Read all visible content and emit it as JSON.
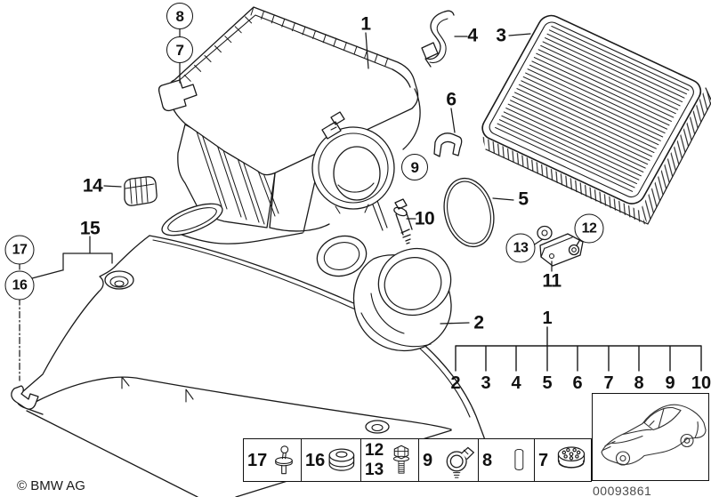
{
  "meta": {
    "copyright": "© BMW AG",
    "image_number": "00093861",
    "background_color": "#ffffff",
    "line_color": "#1a1a1a",
    "diagram_subject": "intake-silencer-filter-cartridge-exploded-view"
  },
  "callouts": [
    {
      "id": "8",
      "label": "8",
      "circled": true
    },
    {
      "id": "7",
      "label": "7",
      "circled": true
    },
    {
      "id": "1",
      "label": "1",
      "circled": false
    },
    {
      "id": "4",
      "label": "4",
      "circled": false
    },
    {
      "id": "3",
      "label": "3",
      "circled": false
    },
    {
      "id": "6",
      "label": "6",
      "circled": false
    },
    {
      "id": "9",
      "label": "9",
      "circled": true
    },
    {
      "id": "10",
      "label": "10",
      "circled": false
    },
    {
      "id": "5",
      "label": "5",
      "circled": false
    },
    {
      "id": "13",
      "label": "13",
      "circled": true
    },
    {
      "id": "12",
      "label": "12",
      "circled": true
    },
    {
      "id": "11",
      "label": "11",
      "circled": false
    },
    {
      "id": "14",
      "label": "14",
      "circled": false
    },
    {
      "id": "15",
      "label": "15",
      "circled": false
    },
    {
      "id": "17",
      "label": "17",
      "circled": true
    },
    {
      "id": "16",
      "label": "16",
      "circled": true
    },
    {
      "id": "2",
      "label": "2",
      "circled": false
    }
  ],
  "index_tree": {
    "parent_label": "1",
    "child_labels": [
      "2",
      "3",
      "4",
      "5",
      "6",
      "7",
      "8",
      "9",
      "10"
    ]
  },
  "legend": {
    "items": [
      {
        "labels": [
          "17"
        ],
        "icon": "expanding-rivet-icon"
      },
      {
        "labels": [
          "16"
        ],
        "icon": "rubber-grommet-icon"
      },
      {
        "labels": [
          "12",
          "13"
        ],
        "icon": "hex-bolt-icon"
      },
      {
        "labels": [
          "9"
        ],
        "icon": "hose-clamp-icon"
      },
      {
        "labels": [
          "8"
        ],
        "icon": "spacer-sleeve-icon"
      },
      {
        "labels": [
          "7"
        ],
        "icon": "rubber-buffer-icon"
      }
    ]
  },
  "thumbnail": {
    "icon": "car-silhouette-icon"
  }
}
